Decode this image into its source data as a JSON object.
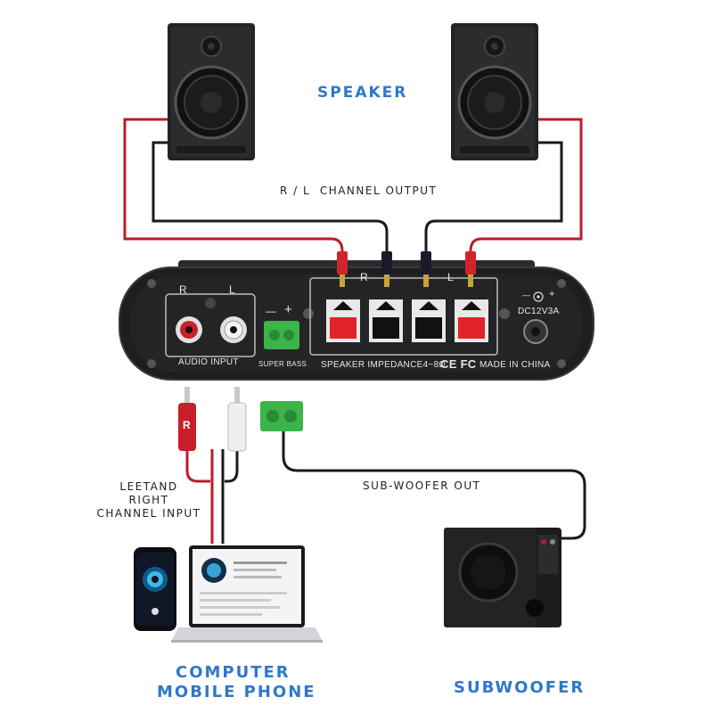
{
  "labels": {
    "speaker": "SPEAKER",
    "channel_output": "R / L  CHANNEL OUTPUT",
    "subwoofer_out": "SUB-WOOFER OUT",
    "left_right_input": [
      "LEETAND",
      "RIGHT",
      "CHANNEL INPUT"
    ],
    "computer": "COMPUTER",
    "mobile_phone": "MOBILE PHONE",
    "subwoofer": "SUBWOOFER"
  },
  "amp_panel": {
    "audio_r": "R",
    "audio_l": "L",
    "audio_input": "AUDIO INPUT",
    "super_bass_minus": "—",
    "super_bass_plus": "+",
    "super_bass": "SUPER BASS",
    "out_r": "R",
    "out_l": "L",
    "impedance": "SPEAKER IMPEDANCE4~8Ω",
    "ce_fc": "CE FC",
    "made_in": "MADE IN CHINA",
    "dc": "DC12V3A",
    "dc_minus": "—",
    "dc_plus": "+"
  },
  "rca_plug_letter": "R",
  "colors": {
    "label_blue": "#2f78c8",
    "wire_red": "#b81e24",
    "wire_black": "#1a1a1a",
    "amp_body": "#1e1e20",
    "terminal_red": "#e0242a",
    "terminal_green": "#3cb44a"
  }
}
